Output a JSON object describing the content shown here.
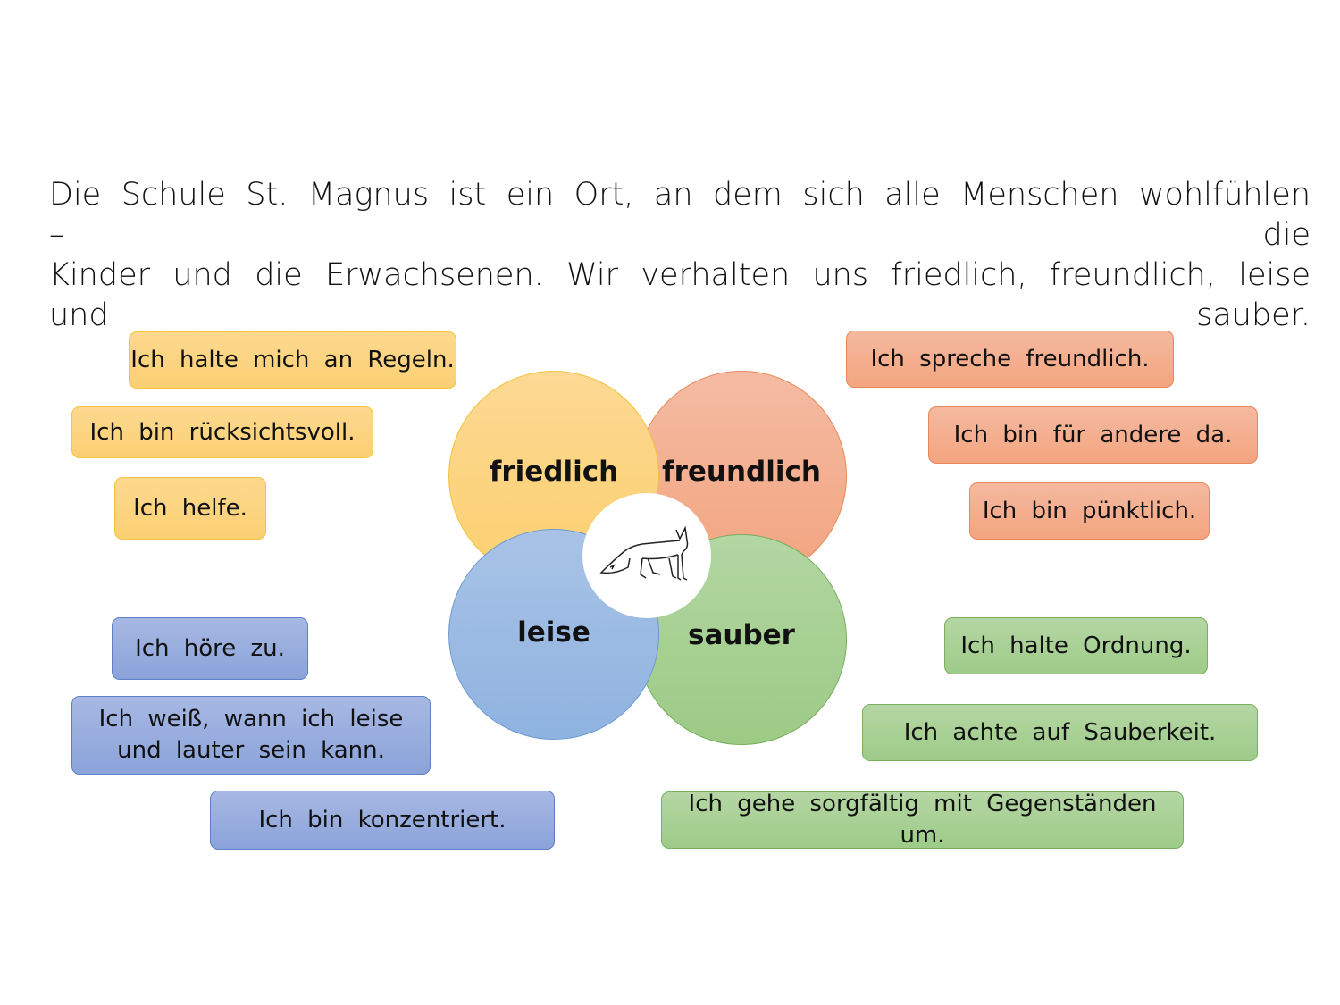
{
  "intro": {
    "line1": "Die Schule St. Magnus ist ein Ort, an dem sich alle Menschen wohlfühlen – die",
    "line2": "Kinder und die Erwachsenen. Wir verhalten uns friedlich, freundlich, leise und sauber."
  },
  "circles": {
    "friedlich": "friedlich",
    "freundlich": "freundlich",
    "leise": "leise",
    "sauber": "sauber"
  },
  "center_icon": "fox-icon",
  "friedlich_items": [
    "Ich halte mich an Regeln.",
    "Ich bin rücksichtsvoll.",
    "Ich helfe."
  ],
  "freundlich_items": [
    "Ich spreche freundlich.",
    "Ich bin für andere da.",
    "Ich bin pünktlich."
  ],
  "leise_items": [
    "Ich höre zu.",
    "Ich weiß, wann ich leise",
    "und lauter sein kann.",
    "Ich bin konzentriert."
  ],
  "sauber_items": [
    "Ich halte Ordnung.",
    "Ich achte auf Sauberkeit.",
    "Ich gehe sorgfältig mit Gegenständen um."
  ],
  "colors": {
    "yellow": "#fbd073",
    "orange": "#f3a57f",
    "blue": "#8ba3da",
    "green": "#9ecb88"
  }
}
